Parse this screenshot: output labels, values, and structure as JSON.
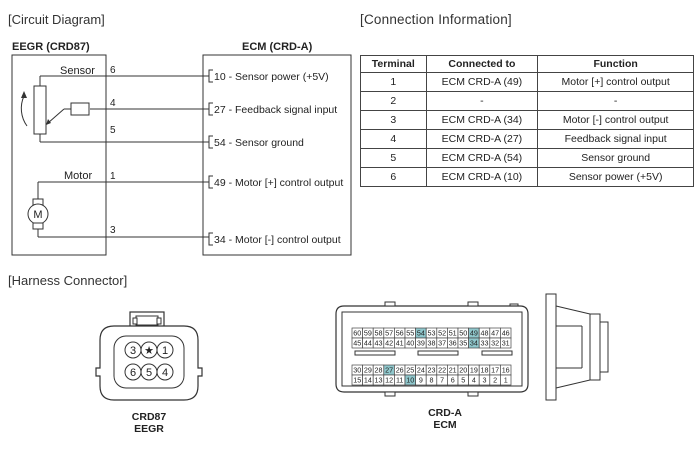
{
  "sections": {
    "circuit": "[Circuit Diagram]",
    "connection": "[Connection Information]",
    "harness": "[Harness Connector]"
  },
  "diagram": {
    "left_title": "EEGR (CRD87)",
    "right_title": "ECM (CRD-A)",
    "sensor_label": "Sensor",
    "motor_label": "Motor",
    "motor_symbol": "M",
    "pins": [
      {
        "pin": "6",
        "ecm": "10 - Sensor power (+5V)"
      },
      {
        "pin": "4",
        "ecm": "27 - Feedback signal input"
      },
      {
        "pin": "5",
        "ecm": "54 - Sensor ground"
      },
      {
        "pin": "1",
        "ecm": "49 - Motor [+] control output"
      },
      {
        "pin": "3",
        "ecm": "34 - Motor [-] control output"
      }
    ]
  },
  "table": {
    "headers": [
      "Terminal",
      "Connected to",
      "Function"
    ],
    "rows": [
      [
        "1",
        "ECM CRD-A (49)",
        "Motor [+] control output"
      ],
      [
        "2",
        "-",
        "-"
      ],
      [
        "3",
        "ECM CRD-A (34)",
        "Motor [-] control output"
      ],
      [
        "4",
        "ECM CRD-A (27)",
        "Feedback signal input"
      ],
      [
        "5",
        "ECM CRD-A (54)",
        "Sensor ground"
      ],
      [
        "6",
        "ECM CRD-A (10)",
        "Sensor power (+5V)"
      ]
    ]
  },
  "crd87": {
    "pins_top": [
      "3",
      "★",
      "1"
    ],
    "pins_bottom": [
      "6",
      "5",
      "4"
    ],
    "label1": "CRD87",
    "label2": "EEGR"
  },
  "crda": {
    "row1": [
      "60",
      "59",
      "58",
      "57",
      "56",
      "55",
      "54",
      "53",
      "52",
      "51",
      "50",
      "49",
      "48",
      "47",
      "46"
    ],
    "row2": [
      "45",
      "44",
      "43",
      "42",
      "41",
      "40",
      "39",
      "38",
      "37",
      "36",
      "35",
      "34",
      "33",
      "32",
      "31"
    ],
    "row3": [
      "30",
      "29",
      "28",
      "27",
      "26",
      "25",
      "24",
      "23",
      "22",
      "21",
      "20",
      "19",
      "18",
      "17",
      "16"
    ],
    "row4": [
      "15",
      "14",
      "13",
      "12",
      "11",
      "10",
      "9",
      "8",
      "7",
      "6",
      "5",
      "4",
      "3",
      "2",
      "1"
    ],
    "highlighted": [
      "54",
      "49",
      "34",
      "27",
      "10"
    ],
    "highlight_color": "#8fc7cc",
    "label1": "CRD-A",
    "label2": "ECM"
  }
}
